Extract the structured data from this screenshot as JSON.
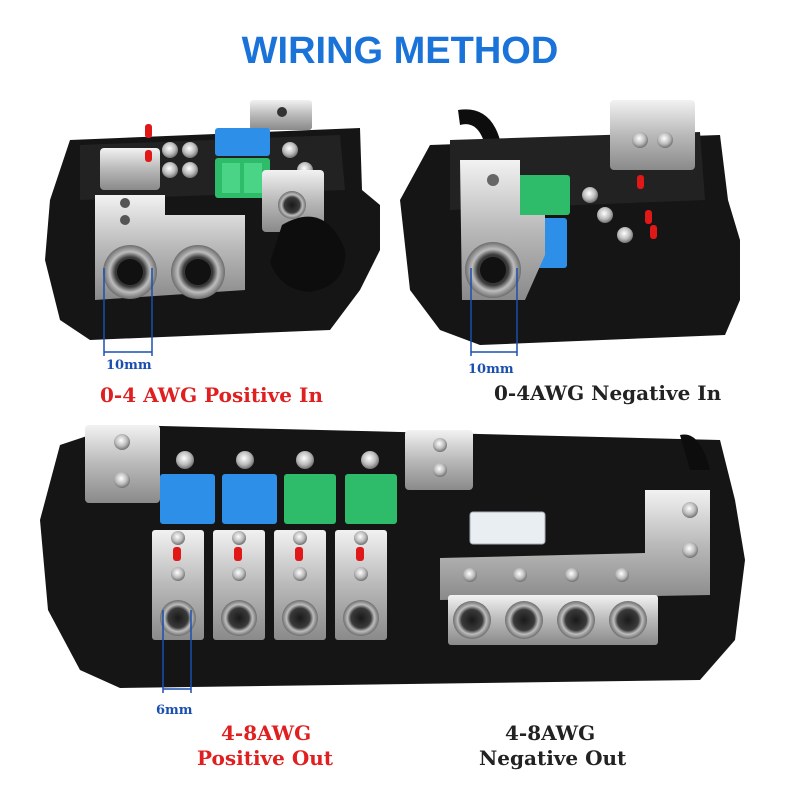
{
  "title": "WIRING METHOD",
  "colors": {
    "title": "#1a73d9",
    "positive": "#e02020",
    "negative": "#222222",
    "dimension": "#1a4fb0",
    "housing": "#151515",
    "metal": "#c8c8c8",
    "fuse_blue": "#2e8fe8",
    "fuse_green": "#2ebc6a",
    "led": "#e01818"
  },
  "panels": {
    "top_left": {
      "dimension": "10mm",
      "label": "0-4 AWG Positive In"
    },
    "top_right": {
      "dimension": "10mm",
      "label": "0-4AWG Negative In"
    },
    "bottom": {
      "dimension": "6mm",
      "positive_label_line1": "4-8AWG",
      "positive_label_line2": "Positive Out",
      "negative_label_line1": "4-8AWG",
      "negative_label_line2": "Negative Out"
    }
  }
}
